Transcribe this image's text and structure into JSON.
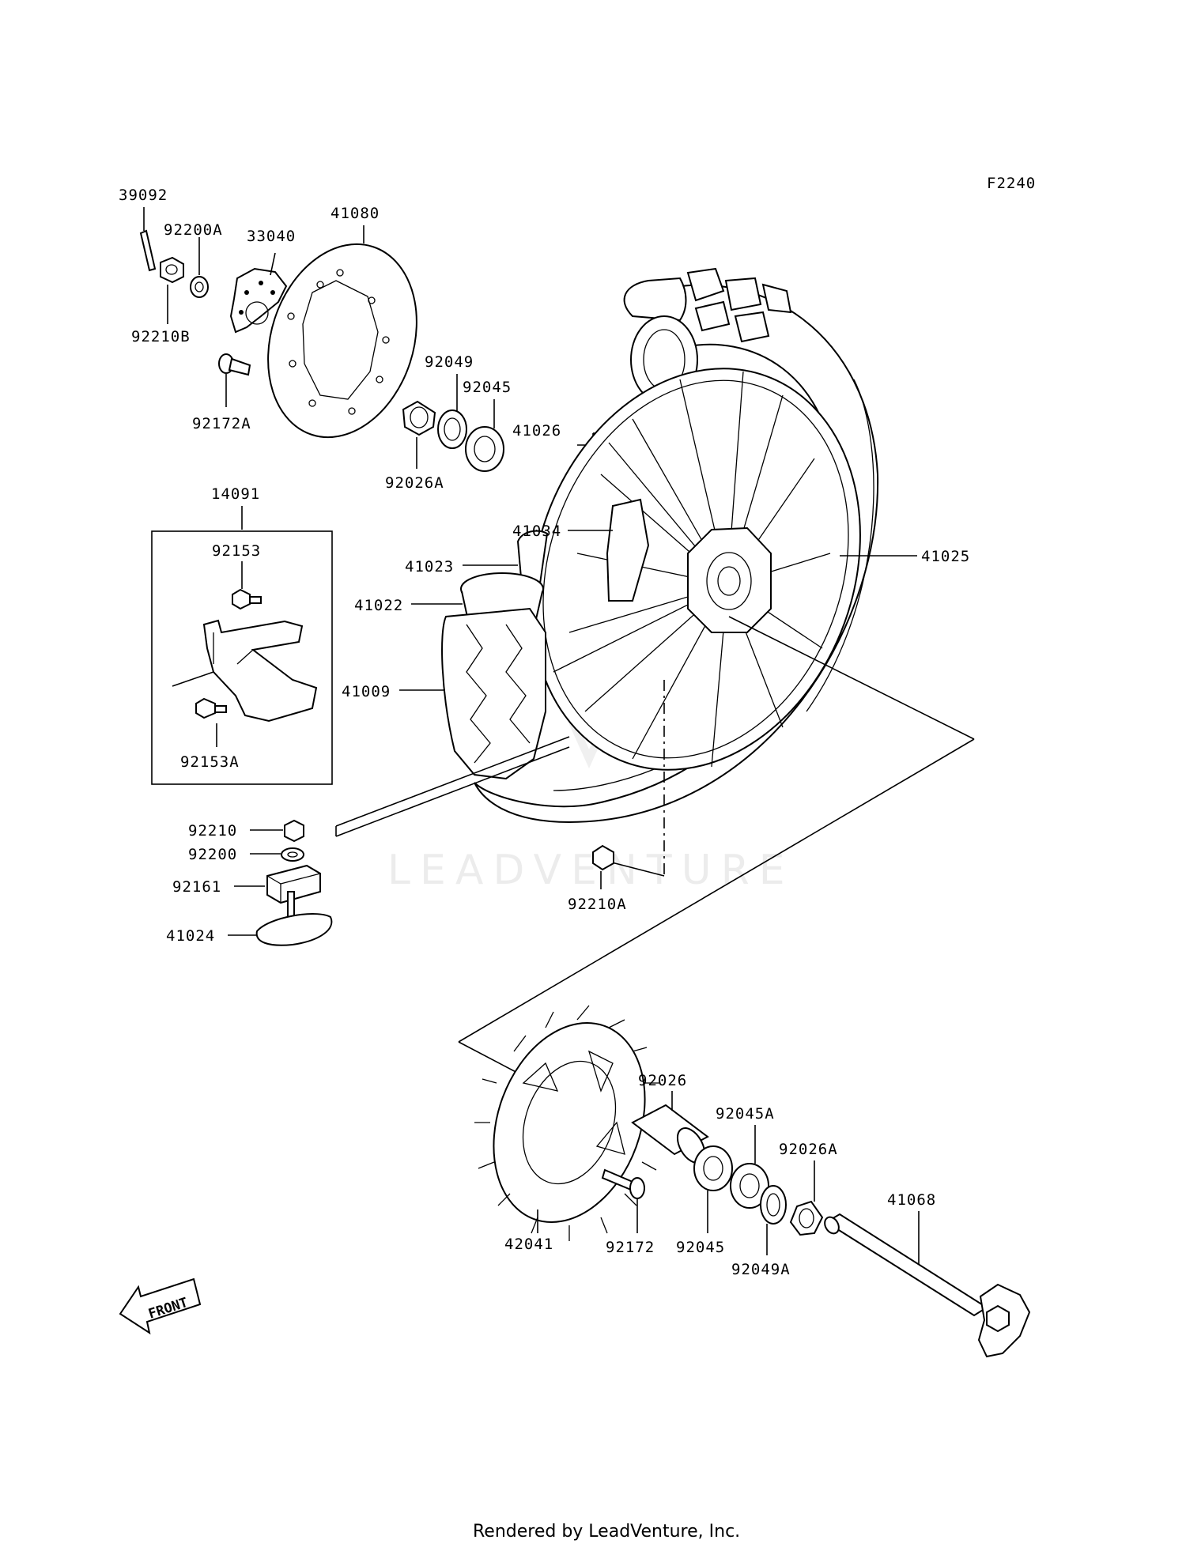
{
  "figure_code": "F2240",
  "watermark": "LEADVENTURE",
  "footer": "Rendered by LeadVenture, Inc.",
  "front_label": "FRONT",
  "part_labels": {
    "p39092": "39092",
    "p92200A": "92200A",
    "p33040": "33040",
    "p41080": "41080",
    "p92210B": "92210B",
    "p92172A": "92172A",
    "p92049": "92049",
    "p92045_top": "92045",
    "p92026A_top": "92026A",
    "p41026": "41026",
    "p14091": "14091",
    "p92153": "92153",
    "p92153A": "92153A",
    "p41034": "41034",
    "p41023": "41023",
    "p41022": "41022",
    "p41009": "41009",
    "p41025": "41025",
    "p92210": "92210",
    "p92200": "92200",
    "p92161": "92161",
    "p41024": "41024",
    "p92210A": "92210A",
    "p92026": "92026",
    "p92045A": "92045A",
    "p92026A_bot": "92026A",
    "p41068": "41068",
    "p42041": "42041",
    "p92172": "92172",
    "p92045_bot": "92045",
    "p92049A": "92049A"
  }
}
